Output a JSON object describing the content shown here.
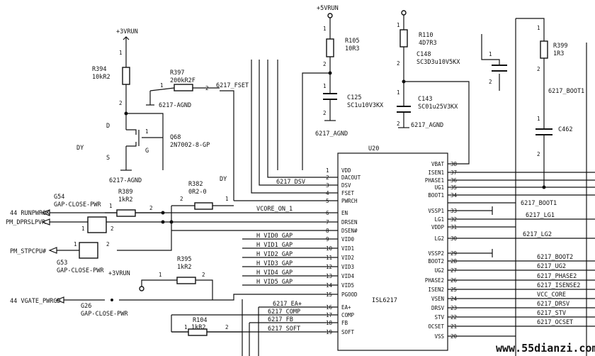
{
  "chip": {
    "ref": "U20",
    "part": "ISL6217",
    "left_pins": [
      {
        "num": "1",
        "name": "VDD"
      },
      {
        "num": "2",
        "name": "DACOUT"
      },
      {
        "num": "3",
        "name": "DSV"
      },
      {
        "num": "4",
        "name": "FSET"
      },
      {
        "num": "5",
        "name": "PWRCH"
      },
      {
        "num": "6",
        "name": "EN"
      },
      {
        "num": "7",
        "name": "DRSEN"
      },
      {
        "num": "8",
        "name": "DSEN#"
      },
      {
        "num": "9",
        "name": "VID0"
      },
      {
        "num": "10",
        "name": "VID1"
      },
      {
        "num": "11",
        "name": "VID2"
      },
      {
        "num": "12",
        "name": "VID3"
      },
      {
        "num": "13",
        "name": "VID4"
      },
      {
        "num": "14",
        "name": "VID5"
      },
      {
        "num": "15",
        "name": "PGOOD"
      },
      {
        "num": "16",
        "name": "EA+"
      },
      {
        "num": "17",
        "name": "COMP"
      },
      {
        "num": "18",
        "name": "FB"
      },
      {
        "num": "19",
        "name": "SOFT"
      }
    ],
    "right_pins": [
      {
        "num": "38",
        "name": "VBAT"
      },
      {
        "num": "37",
        "name": "ISEN1"
      },
      {
        "num": "36",
        "name": "PHASE1"
      },
      {
        "num": "35",
        "name": "UG1"
      },
      {
        "num": "34",
        "name": "BOOT1"
      },
      {
        "num": "33",
        "name": "VSSP1"
      },
      {
        "num": "32",
        "name": "LG1"
      },
      {
        "num": "31",
        "name": "VDDP"
      },
      {
        "num": "30",
        "name": "LG2"
      },
      {
        "num": "29",
        "name": "VSSP2"
      },
      {
        "num": "28",
        "name": "BOOT2"
      },
      {
        "num": "27",
        "name": "UG2"
      },
      {
        "num": "26",
        "name": "PHASE2"
      },
      {
        "num": "25",
        "name": "ISEN2"
      },
      {
        "num": "24",
        "name": "VSEN"
      },
      {
        "num": "23",
        "name": "DRSV"
      },
      {
        "num": "22",
        "name": "STV"
      },
      {
        "num": "21",
        "name": "OCSET"
      },
      {
        "num": "20",
        "name": "VSS"
      }
    ]
  },
  "left_nets": {
    "dsv": "6217_DSV",
    "vcore_on": "VCORE_ON_1",
    "vid": [
      "H_VID0_GAP",
      "H_VID1_GAP",
      "H_VID2_GAP",
      "H_VID3_GAP",
      "H_VID4_GAP",
      "H_VID5_GAP"
    ],
    "ea": "6217_EA+",
    "comp": "6217_COMP",
    "fb": "6217_FB",
    "soft": "6217_SOFT"
  },
  "right_nets": {
    "boot1": "6217_BOOT1",
    "lg1": "6217_LG1",
    "lg2": "6217_LG2",
    "boot2": "6217_BOOT2",
    "ug2": "6217_UG2",
    "phase2": "6217_PHASE2",
    "isense2": "6217_ISENSE2",
    "vcc_core": "VCC_CORE",
    "drsv": "6217_DRSV",
    "stv": "6217_STV",
    "ocset": "6217_OCSET",
    "boot1_top": "6217_BOOT1"
  },
  "power": {
    "rail_3v": "+3VRUN",
    "rail_3v_b": "+3VRUN",
    "rail_5v": "+5VRUN"
  },
  "components": {
    "r394": {
      "ref": "R394",
      "value": "10kR2"
    },
    "r397": {
      "ref": "R397",
      "value": "200kR2F"
    },
    "fset": "6217_FSET",
    "agnd_a": "6217-AGND",
    "q68": {
      "ref": "Q68",
      "value": "2N7002-8-GP"
    },
    "agnd_b": "6217-AGND",
    "r389": {
      "ref": "R389",
      "value": "1kR2"
    },
    "r382": {
      "ref": "R382",
      "value": "0R2-0"
    },
    "r395": {
      "ref": "R395",
      "value": "1kR2"
    },
    "r104": {
      "ref": "R104",
      "value": "1kR2"
    },
    "r105": {
      "ref": "R105",
      "value": "10R3"
    },
    "c125": {
      "ref": "C125",
      "value": "SC1u10V3KX"
    },
    "agnd_c": "6217_AGND",
    "r110": {
      "ref": "R110",
      "value": "4D7R3"
    },
    "c148": {
      "ref": "C148",
      "value": "SC3D3u10V5KX"
    },
    "c143": {
      "ref": "C143",
      "value": "SC01u25V3KX"
    },
    "agnd_d": "6217_AGND",
    "r399": {
      "ref": "R399",
      "value": "1R3"
    },
    "c462": {
      "ref": "C462",
      "value": ""
    },
    "g54": {
      "ref": "G54",
      "value": "GAP-CLOSE-PWR"
    },
    "g53": {
      "ref": "G53",
      "value": "GAP-CLOSE-PWR"
    },
    "g26": {
      "ref": "G26",
      "value": "GAP-CLOSE-PWR"
    }
  },
  "ports": {
    "runpwrok": "44 RUNPWROK",
    "dprslpvr": "PM_DPRSLPVR",
    "stpcpu": "PM_STPCPU#",
    "vgate": "44 VGATE_PWRGD"
  },
  "misc": {
    "dy_1": "DY",
    "dy_2": "DY",
    "d": "D",
    "s": "S",
    "g": "G"
  },
  "pin_numbers": [
    "1",
    "2"
  ],
  "watermark": "www.55dianzi.com"
}
